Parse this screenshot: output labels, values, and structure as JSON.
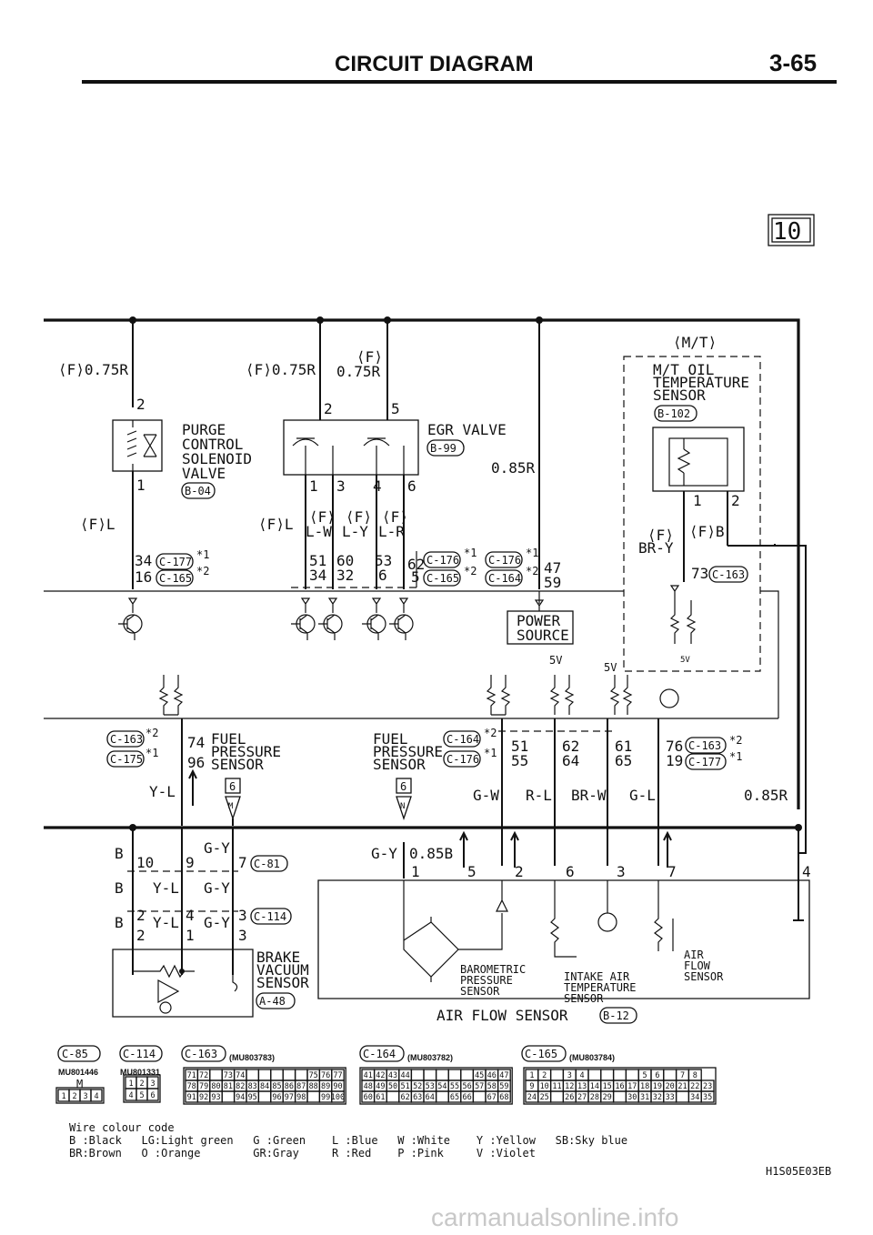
{
  "header": {
    "title": "CIRCUIT DIAGRAM",
    "page_number": "3-65",
    "section_badge": "10"
  },
  "upper": {
    "purge": {
      "wire_top": "⟨F⟩0.75R",
      "pin_top": "2",
      "name_lines": [
        "PURGE",
        "CONTROL",
        "SOLENOID",
        "VALVE"
      ],
      "connector": "B-04",
      "pin_bottom": "1",
      "wire_bottom": "⟨F⟩L",
      "ecu_line1_pin": "34",
      "ecu_line1_conn": "C-177",
      "ecu_line1_mark": "*1",
      "ecu_line2_pin": "16",
      "ecu_line2_conn": "C-165",
      "ecu_line2_mark": "*2"
    },
    "egr": {
      "wire_top_left": "⟨F⟩0.75R",
      "wire_top_right_1": "⟨F⟩",
      "wire_top_right_2": "0.75R",
      "pin_top_a": "2",
      "pin_top_b": "5",
      "name": "EGR VALVE",
      "connector": "B-99",
      "wire_right": "0.85R",
      "pins_bottom": [
        "1",
        "3",
        "4",
        "6"
      ],
      "wire_left": "⟨F⟩L",
      "wires": [
        {
          "l1": "⟨F⟩",
          "l2": "L-W"
        },
        {
          "l1": "⟨F⟩",
          "l2": "L-Y"
        },
        {
          "l1": "⟨F⟩",
          "l2": "L-R"
        }
      ],
      "ecu_pins_row1": [
        "51",
        "60",
        "53"
      ],
      "ecu_pins_row2": [
        "34",
        "32",
        "6"
      ],
      "ecu_mid_row1_pin": "62",
      "ecu_mid_row1_conn": "C-176",
      "ecu_mid_row1_mark": "*1",
      "ecu_mid_row2_pin": "5",
      "ecu_mid_row2_conn": "C-165",
      "ecu_mid_row2_mark": "*2",
      "ecu_right_row1_conn": "C-176",
      "ecu_right_row1_mark": "*1",
      "ecu_right_row1_pin": "47",
      "ecu_right_row2_conn": "C-164",
      "ecu_right_row2_mark": "*2",
      "ecu_right_row2_pin": "59"
    },
    "power_source_lines": [
      "POWER",
      "SOURCE"
    ],
    "mt_oil": {
      "variant": "⟨M/T⟩",
      "name_lines": [
        "M/T OIL",
        "TEMPERATURE",
        "SENSOR"
      ],
      "connector": "B-102",
      "pins": [
        "1",
        "2"
      ],
      "wire_left_1": "⟨F⟩",
      "wire_left_2": "BR-Y",
      "wire_right": "⟨F⟩B",
      "ecu_pin": "73",
      "ecu_conn": "C-163"
    },
    "five_volt": [
      "5V",
      "5V",
      "5V"
    ]
  },
  "middle": {
    "fuel_left": {
      "conn1": "C-163",
      "mark1": "*2",
      "pin1": "74",
      "conn2": "C-175",
      "mark2": "*1",
      "pin2": "96",
      "name_lines": [
        "FUEL",
        "PRESSURE",
        "SENSOR"
      ],
      "wire": "Y-L",
      "badge": "6",
      "flag": "M"
    },
    "fuel_right": {
      "name_lines": [
        "FUEL",
        "PRESSURE",
        "SENSOR"
      ],
      "conn1": "C-164",
      "mark1": "*2",
      "conn2": "C-176",
      "mark2": "*1",
      "badge": "6",
      "flag": "N"
    },
    "ecu_pins_row1": [
      "51",
      "62",
      "61"
    ],
    "ecu_pins_row2": [
      "55",
      "64",
      "65"
    ],
    "right_pin1": "76",
    "right_conn1": "C-163",
    "right_mark1": "*2",
    "right_pin2": "19",
    "right_conn2": "C-177",
    "right_mark2": "*1",
    "wires": [
      "G-W",
      "R-L",
      "BR-W",
      "G-L"
    ],
    "wire_far_right": "0.85R"
  },
  "lower": {
    "brake": {
      "wire_b1": "B",
      "wire_b2": "B",
      "wire_b3": "B",
      "pins_c81": [
        "10",
        "9",
        "7"
      ],
      "conn_c81": "C-81",
      "wire_gy1": "G-Y",
      "wire_yl": "Y-L",
      "wire_gy2": "G-Y",
      "pins_c114_top": [
        "2",
        "4",
        "3"
      ],
      "conn_c114": "C-114",
      "wire_yl2": "Y-L",
      "wire_gy3": "G-Y",
      "pins_c114_bottom": [
        "2",
        "1",
        "3"
      ],
      "name_lines": [
        "BRAKE",
        "VACUUM",
        "SENSOR"
      ],
      "connector": "A-48"
    },
    "airflow": {
      "wire_gy": "G-Y",
      "wire_085b": "0.85B",
      "pins": [
        "1",
        "5",
        "2",
        "6",
        "3",
        "7",
        "4"
      ],
      "baro_lines": [
        "BAROMETRIC",
        "PRESSURE",
        "SENSOR"
      ],
      "intake_lines": [
        "INTAKE AIR",
        "TEMPERATURE",
        "SENSOR"
      ],
      "af_lines": [
        "AIR",
        "FLOW",
        "SENSOR"
      ],
      "name": "AIR FLOW SENSOR",
      "connector": "B-12"
    }
  },
  "connectors": {
    "c85": {
      "label": "C-85",
      "part": "MU801446",
      "badge": "M",
      "pins": [
        "1",
        "2",
        "3",
        "4"
      ]
    },
    "c114": {
      "label": "C-114",
      "part": "MU801331",
      "pins": [
        "1",
        "2",
        "3",
        "4",
        "5",
        "6"
      ]
    },
    "c163": {
      "label": "C-163",
      "part": "(MU803783)",
      "row1": [
        "71",
        "72",
        "",
        "73",
        "74",
        "",
        "",
        "",
        "",
        "",
        "75",
        "76",
        "77"
      ],
      "row2": [
        "78",
        "79",
        "80",
        "81",
        "82",
        "83",
        "84",
        "85",
        "86",
        "87",
        "88",
        "89",
        "90"
      ],
      "row3": [
        "91",
        "92",
        "93",
        "",
        "94",
        "95",
        "",
        "96",
        "97",
        "98",
        "",
        "99",
        "100"
      ]
    },
    "c164": {
      "label": "C-164",
      "part": "(MU803782)",
      "row1": [
        "41",
        "42",
        "43",
        "44",
        "",
        "",
        "",
        "",
        "",
        "45",
        "46",
        "47"
      ],
      "row2": [
        "48",
        "49",
        "50",
        "51",
        "52",
        "53",
        "54",
        "55",
        "56",
        "57",
        "58",
        "59"
      ],
      "row3": [
        "60",
        "61",
        "",
        "62",
        "63",
        "64",
        "",
        "65",
        "66",
        "",
        "67",
        "68"
      ]
    },
    "c165": {
      "label": "C-165",
      "part": "(MU803784)",
      "row1": [
        "1",
        "2",
        "",
        "3",
        "4",
        "",
        "",
        "",
        "",
        "5",
        "6",
        "",
        "7",
        "8"
      ],
      "row2": [
        "9",
        "10",
        "11",
        "12",
        "13",
        "14",
        "15",
        "16",
        "17",
        "18",
        "19",
        "20",
        "21",
        "22",
        "23"
      ],
      "row3": [
        "24",
        "25",
        "",
        "26",
        "27",
        "28",
        "29",
        "",
        "30",
        "31",
        "32",
        "33",
        "",
        "34",
        "35"
      ]
    }
  },
  "legend": {
    "title": "Wire colour code",
    "line1": "B :Black   LG:Light green   G :Green    L :Blue   W :White    Y :Yellow   SB:Sky blue",
    "line2": "BR:Brown   O :Orange        GR:Gray     R :Red    P :Pink     V :Violet"
  },
  "footer": {
    "code": "H1S05E03EB",
    "watermark": "carmanualsonline.info"
  }
}
